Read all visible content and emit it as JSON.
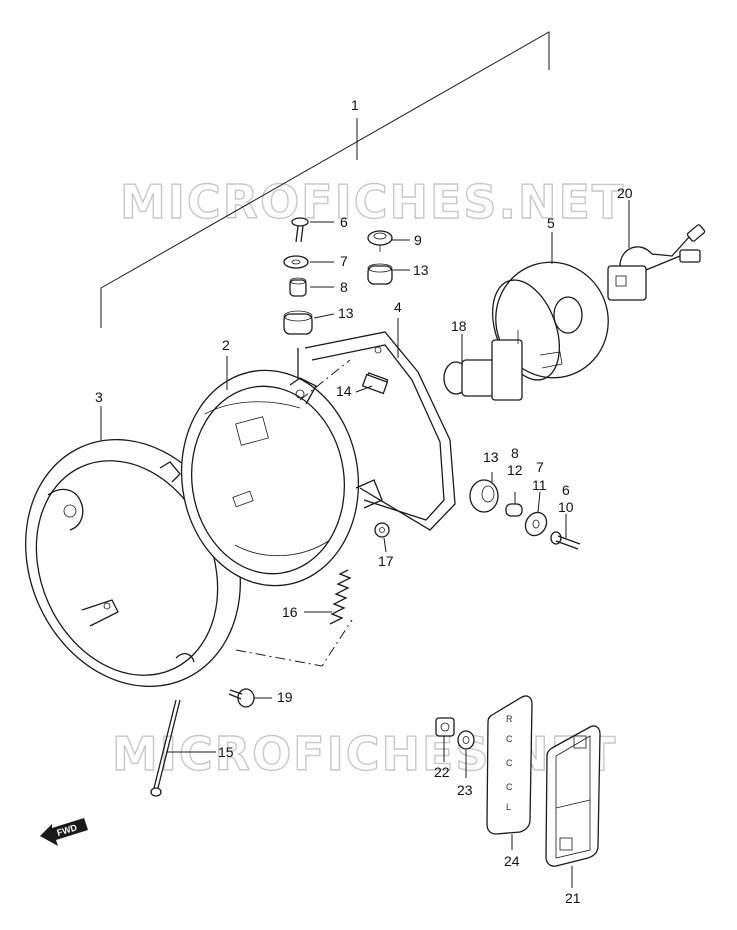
{
  "watermark": {
    "text": "MICROFICHES.NET"
  },
  "fwd_label": "FWD",
  "reflector_markings": [
    "R",
    "C",
    "C",
    "C",
    "L"
  ],
  "callouts": [
    {
      "id": "c1",
      "label": "1"
    },
    {
      "id": "c2",
      "label": "2"
    },
    {
      "id": "c3",
      "label": "3"
    },
    {
      "id": "c4",
      "label": "4"
    },
    {
      "id": "c5",
      "label": "5"
    },
    {
      "id": "c6a",
      "label": "6"
    },
    {
      "id": "c6b",
      "label": "6"
    },
    {
      "id": "c7a",
      "label": "7"
    },
    {
      "id": "c7b",
      "label": "7"
    },
    {
      "id": "c8a",
      "label": "8"
    },
    {
      "id": "c8b",
      "label": "8"
    },
    {
      "id": "c9",
      "label": "9"
    },
    {
      "id": "c10",
      "label": "10"
    },
    {
      "id": "c11",
      "label": "11"
    },
    {
      "id": "c12",
      "label": "12"
    },
    {
      "id": "c13a",
      "label": "13"
    },
    {
      "id": "c13b",
      "label": "13"
    },
    {
      "id": "c13c",
      "label": "13"
    },
    {
      "id": "c14",
      "label": "14"
    },
    {
      "id": "c15",
      "label": "15"
    },
    {
      "id": "c16",
      "label": "16"
    },
    {
      "id": "c17",
      "label": "17"
    },
    {
      "id": "c18",
      "label": "18"
    },
    {
      "id": "c19",
      "label": "19"
    },
    {
      "id": "c20",
      "label": "20"
    },
    {
      "id": "c21",
      "label": "21"
    },
    {
      "id": "c22",
      "label": "22"
    },
    {
      "id": "c23",
      "label": "23"
    },
    {
      "id": "c24",
      "label": "24"
    }
  ]
}
